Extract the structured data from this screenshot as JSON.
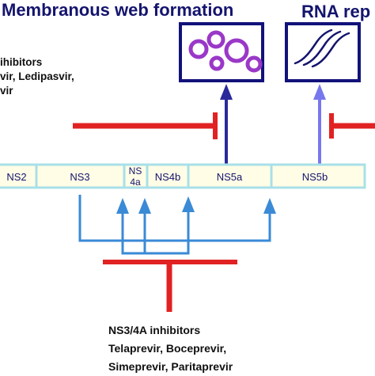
{
  "titles": {
    "membranous": "Membranous web formation",
    "rna": "RNA rep"
  },
  "left_inhibitors": {
    "line1": "ihibitors",
    "line2": "vir, Ledipasvir,",
    "line3": "vir"
  },
  "segments": [
    {
      "label": "NS2"
    },
    {
      "label": "NS3"
    },
    {
      "label_line1": "NS",
      "label_line2": "4a"
    },
    {
      "label": "NS4b"
    },
    {
      "label": "NS5a"
    },
    {
      "label": "NS5b"
    }
  ],
  "bottom_inhibitors": {
    "title": "NS3/4A inhibitors",
    "line1": "Telaprevir, Boceprevir,",
    "line2": "Simeprevir, Paritaprevir"
  },
  "colors": {
    "title_navy": "#14146e",
    "box_navy": "#12127a",
    "segment_fill": "#fffde6",
    "segment_border": "#a8e0e8",
    "blue_line": "#3a8ad6",
    "arrow_navy": "#2a2a9a",
    "arrow_light": "#7777ee",
    "inhibitor_red": "#e12222",
    "vesicle_purple": "#9a38c8"
  }
}
